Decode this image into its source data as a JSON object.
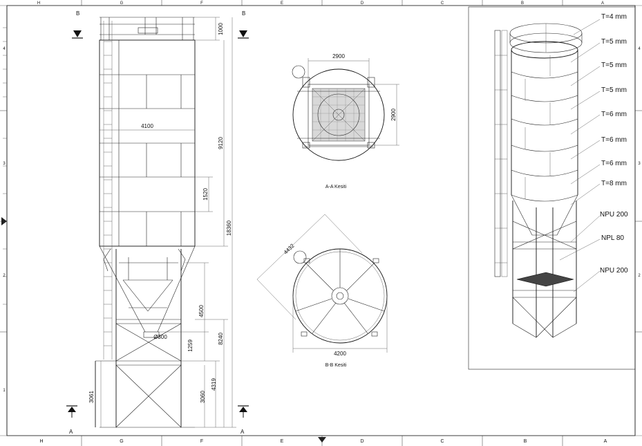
{
  "border": {
    "top_letters": [
      "H",
      "G",
      "F",
      "E",
      "D",
      "C",
      "B",
      "A"
    ],
    "bottom_letters": [
      "H",
      "G",
      "F",
      "E",
      "D",
      "C",
      "B",
      "A"
    ],
    "side_numbers": [
      "4",
      "3",
      "2",
      "1"
    ]
  },
  "front_view": {
    "section_markers": {
      "top_left": "B",
      "top_right": "B",
      "bottom_left": "A",
      "bottom_right": "A"
    },
    "dimensions": {
      "top_platform": "1000",
      "body_height": "9120",
      "diameter": "4100",
      "ring_height": "1520",
      "total_height": "18360",
      "hopper_height": "4500",
      "outlet": "Ø300",
      "mid_height": "1259",
      "support_total": "8240",
      "support_lower": "4319",
      "leg_height": "3060",
      "ladder_height": "3061"
    }
  },
  "section_aa": {
    "title": "A-A Kesiti",
    "width": "2900",
    "height": "2900"
  },
  "section_bb": {
    "title": "B-B Kesiti",
    "diagonal": "4432",
    "width": "4200"
  },
  "iso_view": {
    "labels": [
      "T=4 mm",
      "T=5 mm",
      "T=5 mm",
      "T=5 mm",
      "T=6 mm",
      "T=6 mm",
      "T=6 mm",
      "T=8 mm",
      "NPU 200",
      "NPL 80",
      "NPU 200"
    ]
  }
}
